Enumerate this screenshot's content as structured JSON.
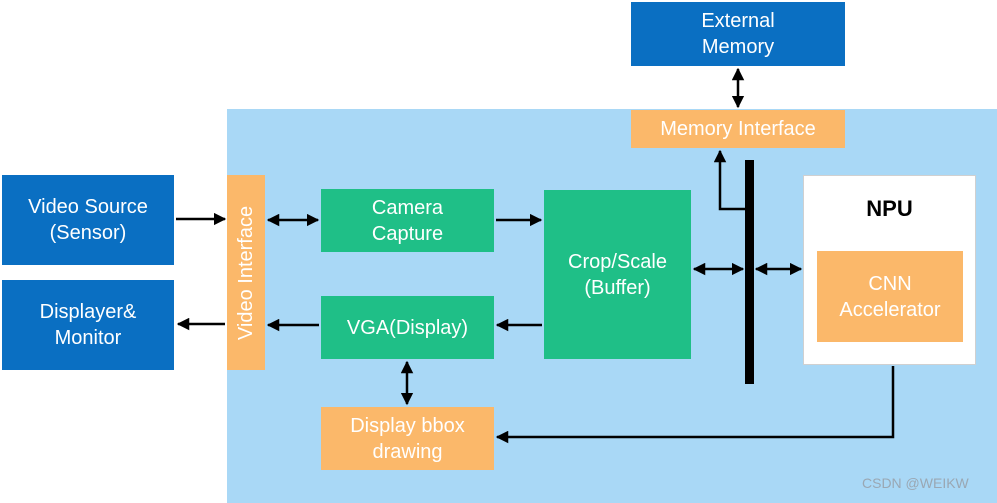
{
  "blocks": {
    "external_memory": [
      "External",
      "Memory"
    ],
    "memory_interface": "Memory Interface",
    "video_source": [
      "Video Source",
      "(Sensor)"
    ],
    "displayer": [
      "Displayer&",
      "Monitor"
    ],
    "video_interface": "Video Interface",
    "camera_capture": [
      "Camera",
      "Capture"
    ],
    "vga_display": "VGA(Display)",
    "crop_scale": [
      "Crop/Scale",
      "(Buffer)"
    ],
    "display_bbox": [
      "Display bbox",
      "drawing"
    ],
    "npu": "NPU",
    "cnn_accelerator": [
      "CNN",
      "Accelerator"
    ]
  },
  "watermark": "CSDN @WEIKW",
  "colors": {
    "blue_block": "#0a6fc2",
    "green_block": "#1fbf87",
    "orange_block": "#fbb86a",
    "system_background": "#a9d8f6",
    "npu_background": "#ffffff",
    "bus": "#000000"
  }
}
